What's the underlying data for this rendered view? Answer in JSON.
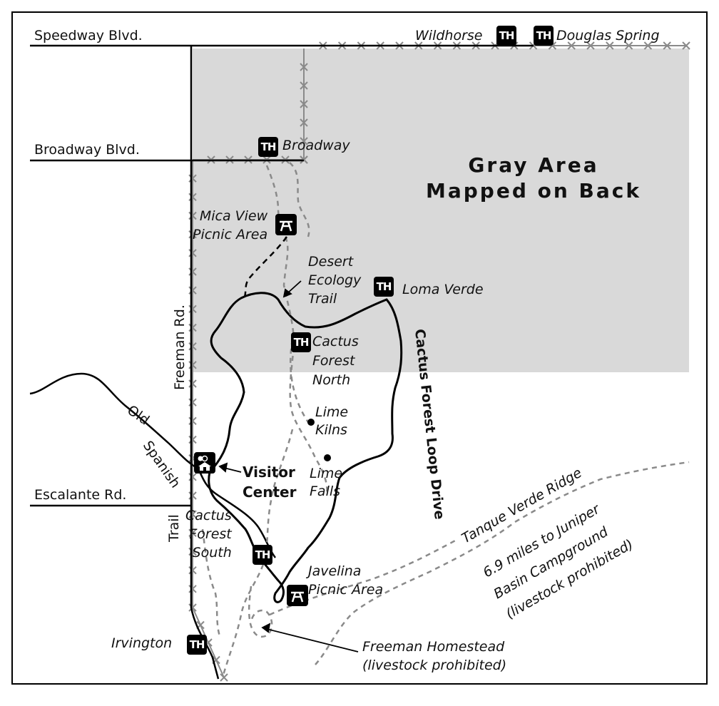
{
  "roads": {
    "speedway": "Speedway Blvd.",
    "broadway": "Broadway Blvd.",
    "escalante": "Escalante Rd.",
    "freeman": "Freeman Rd.",
    "old_spanish_trail": [
      "Old",
      "Spanish",
      "Trail"
    ],
    "loop_drive": "Cactus Forest Loop Drive"
  },
  "trailheads": {
    "badge_text": "TH",
    "wildhorse": "Wildhorse",
    "douglas_spring": "Douglas Spring",
    "broadway": "Broadway",
    "loma_verde": "Loma  Verde",
    "cactus_forest_north": [
      "Cactus",
      "Forest",
      "North"
    ],
    "cactus_forest_south": [
      "Cactus",
      "Forest",
      "South"
    ],
    "irvington": "Irvington"
  },
  "places": {
    "mica_view": [
      "Mica View",
      "Picnic Area"
    ],
    "desert_ecology": [
      "Desert",
      "Ecology",
      "Trail"
    ],
    "lime_kilns": [
      "Lime",
      "Kilns"
    ],
    "lime_falls": [
      "Lime",
      "Falls"
    ],
    "visitor_center": [
      "Visitor",
      "Center"
    ],
    "javelina": [
      "Javelina",
      "Picnic Area"
    ],
    "freeman_homestead": [
      "Freeman Homestead",
      "(livestock prohibited)"
    ],
    "tanque_verde_ridge": "Tanque Verde Ridge",
    "juniper_basin": [
      "6.9 miles to Juniper",
      "Basin Campground",
      "(livestock prohibited)"
    ]
  },
  "gray_area": {
    "label": [
      "Gray Area",
      "Mapped on Back"
    ],
    "fill": "#d9d9d9"
  },
  "colors": {
    "road": "#000000",
    "trail": "#8a8a8a",
    "fence": "#8a8a8a",
    "badge": "#000000"
  }
}
